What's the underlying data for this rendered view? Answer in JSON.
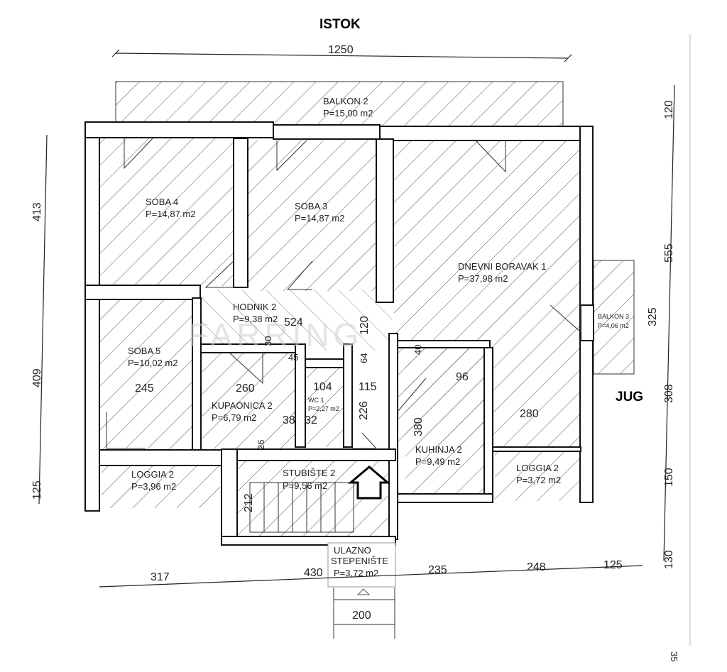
{
  "compass": {
    "north_top": "ISTOK",
    "right": "JUG"
  },
  "watermark": "FARRING",
  "rooms": {
    "balkon2": {
      "name": "BALKON 2",
      "area": "P=15,00 m2"
    },
    "soba4": {
      "name": "SOBA 4",
      "area": "P=14,87 m2"
    },
    "soba3": {
      "name": "SOBA 3",
      "area": "P=14,87 m2"
    },
    "dnevni": {
      "name": "DNEVNI BORAVAK 1",
      "area": "P=37,98 m2"
    },
    "balkon3": {
      "name": "BALKON 3",
      "area": "P=4,06 m2"
    },
    "hodnik2": {
      "name": "HODNIK 2",
      "area": "P=9,38 m2"
    },
    "soba5": {
      "name": "SOBA 5",
      "area": "P=10,02 m2"
    },
    "kupaonica2": {
      "name": "KUPAONICA 2",
      "area": "P=6,79 m2"
    },
    "wc1": {
      "name": "WC 1",
      "area": "P=2,27 m2"
    },
    "kuhinja2": {
      "name": "KUHINJA 2",
      "area": "P=9,49 m2"
    },
    "loggia2l": {
      "name": "LOGGIA 2",
      "area": "P=3,96 m2"
    },
    "loggia2r": {
      "name": "LOGGIA 2",
      "area": "P=3,72 m2"
    },
    "stubiste2": {
      "name": "STUBIŠTE 2",
      "area": "P=9,56 m2"
    },
    "ulazno": {
      "name1": "ULAZNO",
      "name2": "STEPENIŠTE",
      "area": "P=3,72 m2"
    }
  },
  "dims": {
    "top": "1250",
    "left_413": "413",
    "left_409": "409",
    "left_125": "125",
    "right_120": "120",
    "right_555": "555",
    "right_325": "325",
    "right_308": "308",
    "right_150": "150",
    "right_130": "130",
    "bottom_317": "317",
    "bottom_430": "430",
    "bottom_235": "235",
    "bottom_248": "248",
    "bottom_125": "125",
    "bottom_200": "200",
    "in_524": "524",
    "in_120": "120",
    "in_30": "30",
    "in_45": "45",
    "in_64": "64",
    "in_40": "40",
    "in_96": "96",
    "in_245": "245",
    "in_260": "260",
    "in_104": "104",
    "in_115": "115",
    "in_226": "226",
    "in_38": "38",
    "in_32": "32",
    "in_26": "26",
    "in_380": "380",
    "in_280": "280",
    "in_212": "212",
    "corner_35": "35"
  }
}
